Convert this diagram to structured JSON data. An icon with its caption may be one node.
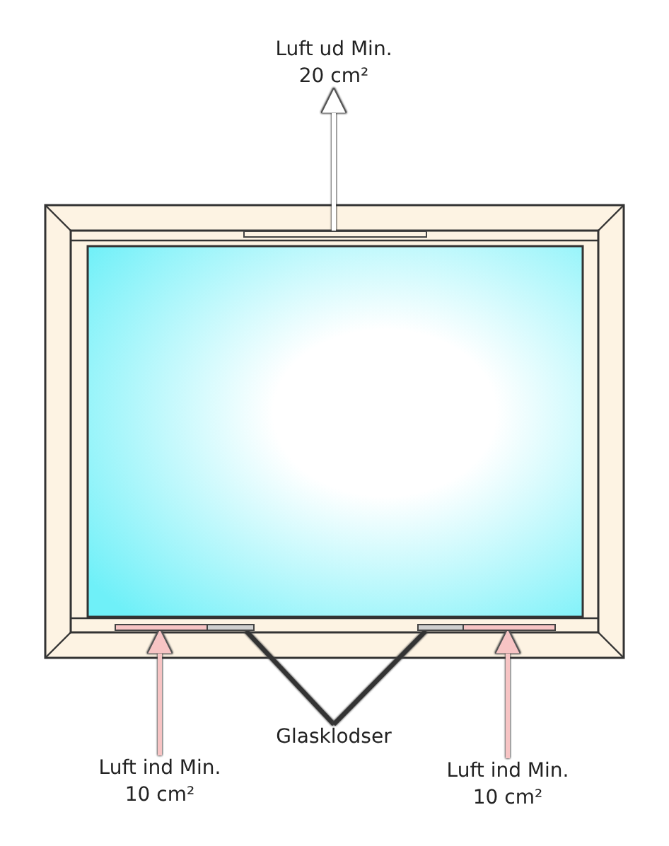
{
  "diagram": {
    "nodes": [
      {
        "text": [
          "Luft ud Min. 20 cm²"
        ]
      },
      {
        "text": [],
        "shape": "bar"
      },
      {
        "text": [],
        "shape": "bar"
      },
      {
        "text": [],
        "shape": "bar"
      },
      {
        "text": [],
        "shape": "bar"
      },
      {
        "text": [],
        "shape": "bar"
      },
      {
        "text": [
          "Luft ind Min. 10 cm²"
        ]
      },
      {
        "text": [
          "Glasklodser"
        ]
      },
      {
        "text": [
          "Luft ind Min. 10 cm²"
        ]
      }
    ],
    "edges": [
      {
        "from": 1,
        "to": 0,
        "arrow": "to",
        "color": "#ffffff"
      },
      {
        "from": 6,
        "to": 2,
        "arrow": "to",
        "color": "#f7c4c4"
      },
      {
        "from": 7,
        "to": 3,
        "arrow": "none",
        "color": "#333333"
      },
      {
        "from": 7,
        "to": 4,
        "arrow": "none",
        "color": "#333333"
      },
      {
        "from": 8,
        "to": 5,
        "arrow": "to",
        "color": "#f7c4c4"
      }
    ]
  }
}
